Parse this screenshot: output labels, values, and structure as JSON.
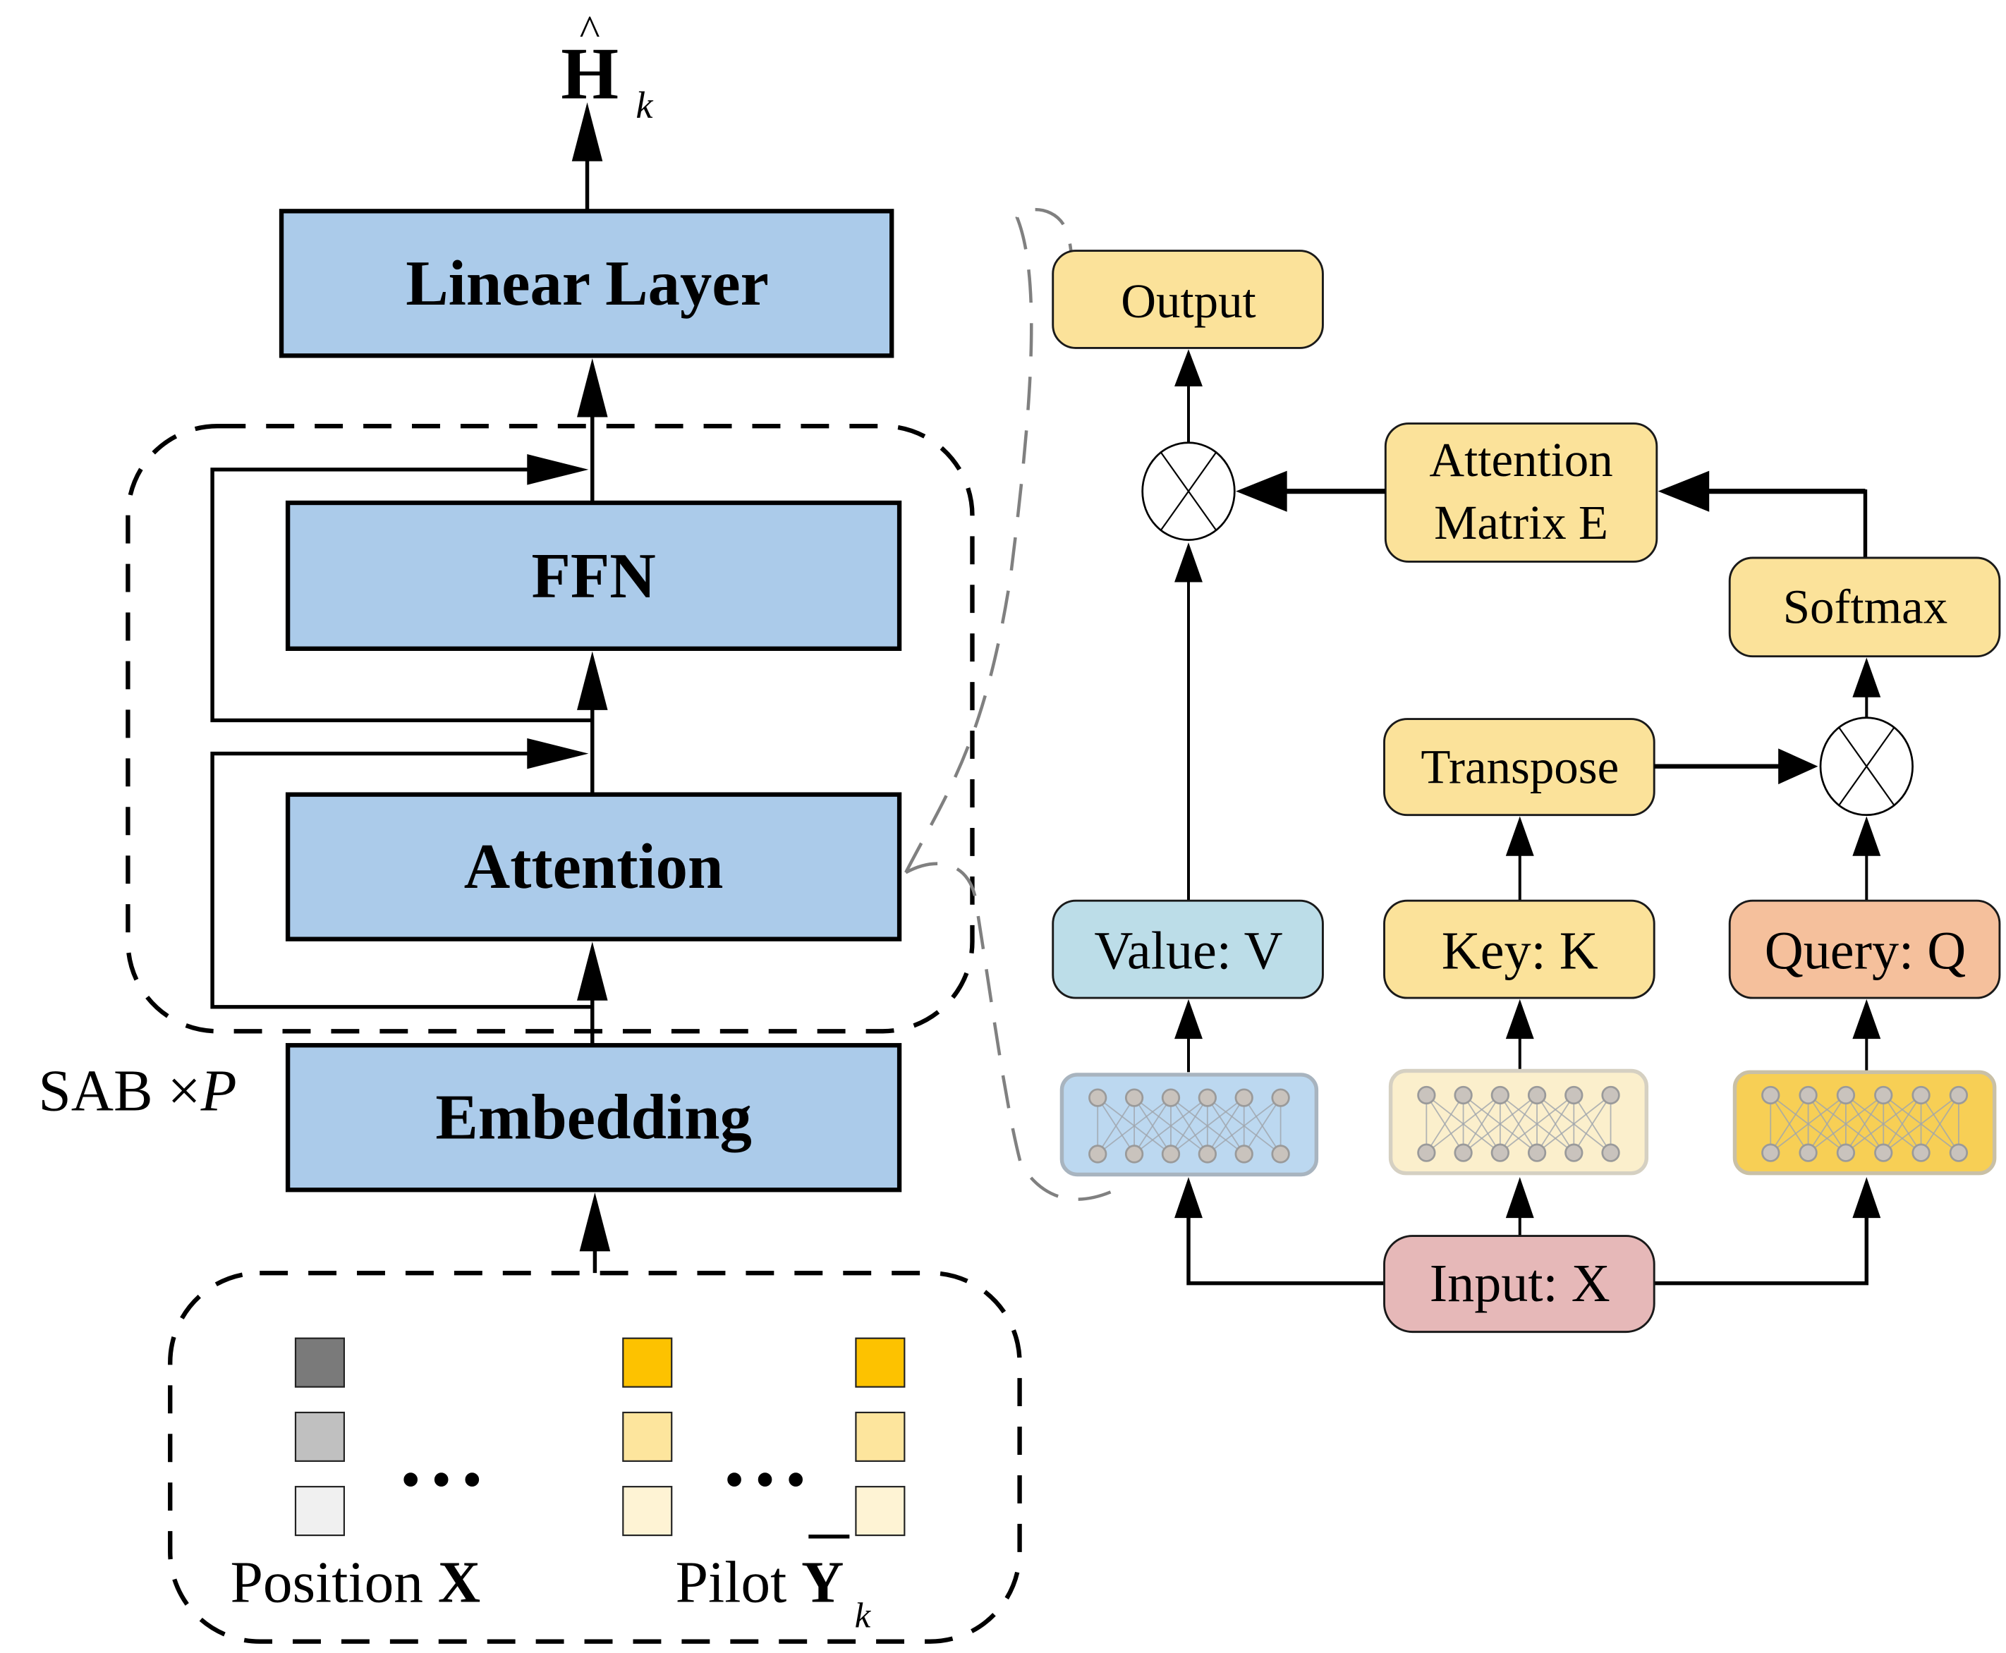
{
  "figure": {
    "output_label": {
      "base": "H",
      "accent": "^",
      "subscript": "k"
    },
    "left_blocks": {
      "linear_layer": "Linear Layer",
      "ffn": "FFN",
      "attention": "Attention",
      "embedding": "Embedding"
    },
    "sab_label": {
      "text": "SAB ×",
      "italic": "P"
    },
    "inputs": {
      "position_label": "Position ",
      "position_symbol": "X",
      "pilot_label": "Pilot ",
      "pilot_symbol": "Y",
      "pilot_subscript": "k",
      "ellipsis": "• • •",
      "position_colors": [
        "#7a7a7a",
        "#c0c0c0",
        "#f0f0f0"
      ],
      "pilot_colors": [
        "#fdc200",
        "#fde59d",
        "#fef3d4"
      ]
    },
    "attention_detail": {
      "output": "Output",
      "attention_matrix_line1": "Attention",
      "attention_matrix_line2": "Matrix E",
      "softmax": "Softmax",
      "transpose": "Transpose",
      "value": "Value: V",
      "key": "Key: K",
      "query": "Query: Q",
      "input": "Input: X",
      "multiply_symbol": "⊗"
    },
    "colors": {
      "block_blue": "#abcbea",
      "pale_yellow": "#fbe29a",
      "value_blue": "#bcdde8",
      "query_orange": "#f5c09c",
      "input_pink": "#e6b8b8",
      "net_blue": "#bcd8f0",
      "net_cream": "#fbefcc",
      "net_gold": "#f7cf55"
    }
  }
}
